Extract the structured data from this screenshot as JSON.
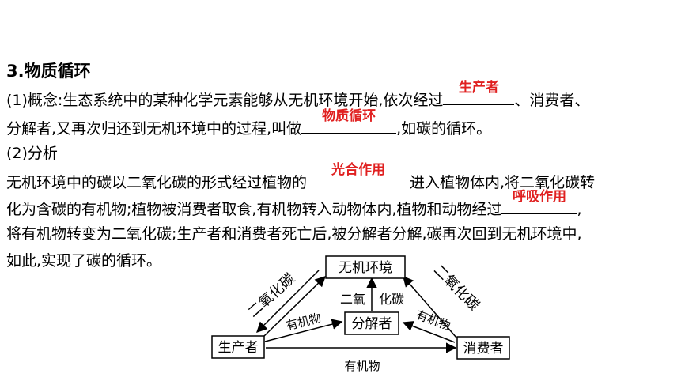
{
  "section_title": "3.物质循环",
  "concept": {
    "line1_a": "(1)概念:生态系统中的某种化学元素能够从无机环境开始,依次经过",
    "answer1": "生产者",
    "line1_b": "、消费者、",
    "line2_a": "分解者,又再次归还到无机环境中的过程,叫做",
    "answer2": "物质循环",
    "line2_b": ",如碳的循环。"
  },
  "analysis": {
    "title": "(2)分析",
    "line1_a": "无机环境中的碳以二氧化碳的形式经过植物的",
    "answer1": "光合作用",
    "line1_b": "进入植物体内,将二氧化碳转",
    "line2_a": "化为含碳的有机物;植物被消费者取食,有机物转入动物体内,植物和动物经过",
    "answer2": "呼吸作用",
    "line2_b": ",",
    "line3": "将有机物转变为二氧化碳;生产者和消费者死亡后,被分解者分解,碳再次回到无机环境中,",
    "line4": "如此,实现了碳的循环。"
  },
  "diagram": {
    "node_top": "无机环境",
    "node_left": "生产者",
    "node_center": "分解者",
    "node_right": "消费者",
    "edge_left_co2": "二氧化碳",
    "edge_right_co2": "二氧化碳",
    "edge_center_co2_a": "二氧",
    "edge_center_co2_b": "化碳",
    "edge_left_organic": "有机物",
    "edge_right_organic": "有机物",
    "edge_bottom_organic": "有机物"
  }
}
